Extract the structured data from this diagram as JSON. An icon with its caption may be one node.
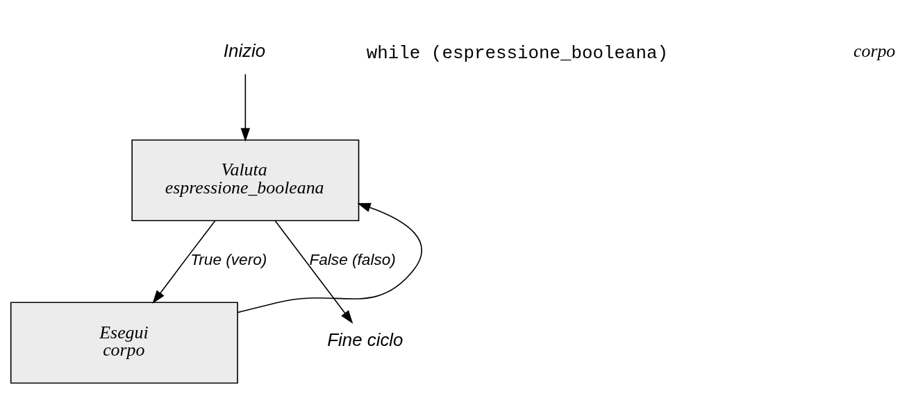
{
  "diagram": {
    "nodes": [
      {
        "text": [
          "Inizio"
        ]
      },
      {
        "text": [
          "Valuta",
          "espressione_booleana"
        ]
      },
      {
        "text": [
          "Esegui",
          "corpo"
        ]
      },
      {
        "text": [
          "Fine ciclo"
        ]
      }
    ],
    "edges": [
      {
        "from": 0,
        "to": 1,
        "arrow": "to"
      },
      {
        "from": 1,
        "to": 2,
        "arrow": "to",
        "label": "True (vero)"
      },
      {
        "from": 1,
        "to": 3,
        "arrow": "to",
        "label": "False (falso)"
      },
      {
        "from": 2,
        "to": 1,
        "arrow": "to"
      }
    ],
    "labels": [
      "while (espressione_booleana)",
      "corpo"
    ]
  }
}
